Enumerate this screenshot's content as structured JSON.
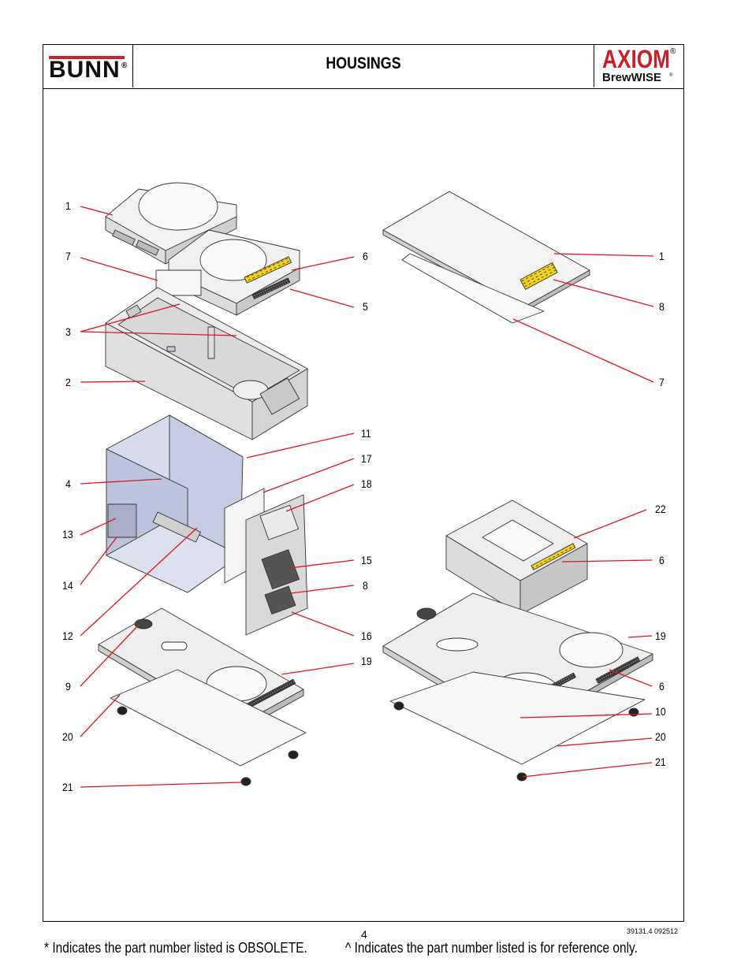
{
  "header": {
    "brand_logo": "BUNN",
    "brand_reg": "®",
    "title": "HOUSINGS",
    "product_logo_main": "AXIOM",
    "product_logo_reg": "®",
    "product_logo_sub": "BrewWISE",
    "product_logo_sub_reg": "®"
  },
  "callouts": {
    "left": [
      "1",
      "7",
      "3",
      "2",
      "4",
      "13",
      "14",
      "12",
      "9",
      "20",
      "21"
    ],
    "middle": [
      "6",
      "5",
      "11",
      "17",
      "18",
      "15",
      "8",
      "16",
      "19"
    ],
    "right_top": [
      "1",
      "8",
      "7"
    ],
    "right_bottom": [
      "22",
      "6",
      "19",
      "6",
      "10",
      "20",
      "21"
    ]
  },
  "colors": {
    "leader_line": "#e0141e",
    "bunn_red": "#d0202a",
    "axiom_red": "#c8202a",
    "panel_blue": "#c5cbe0",
    "label_yellow": "#f2d21b"
  },
  "footer": {
    "page_number": "4",
    "doc_code": "39131.4 092512",
    "obsolete_note": "* Indicates the part number listed is OBSOLETE.",
    "reference_note": "^ Indicates the part number listed is for reference only."
  }
}
